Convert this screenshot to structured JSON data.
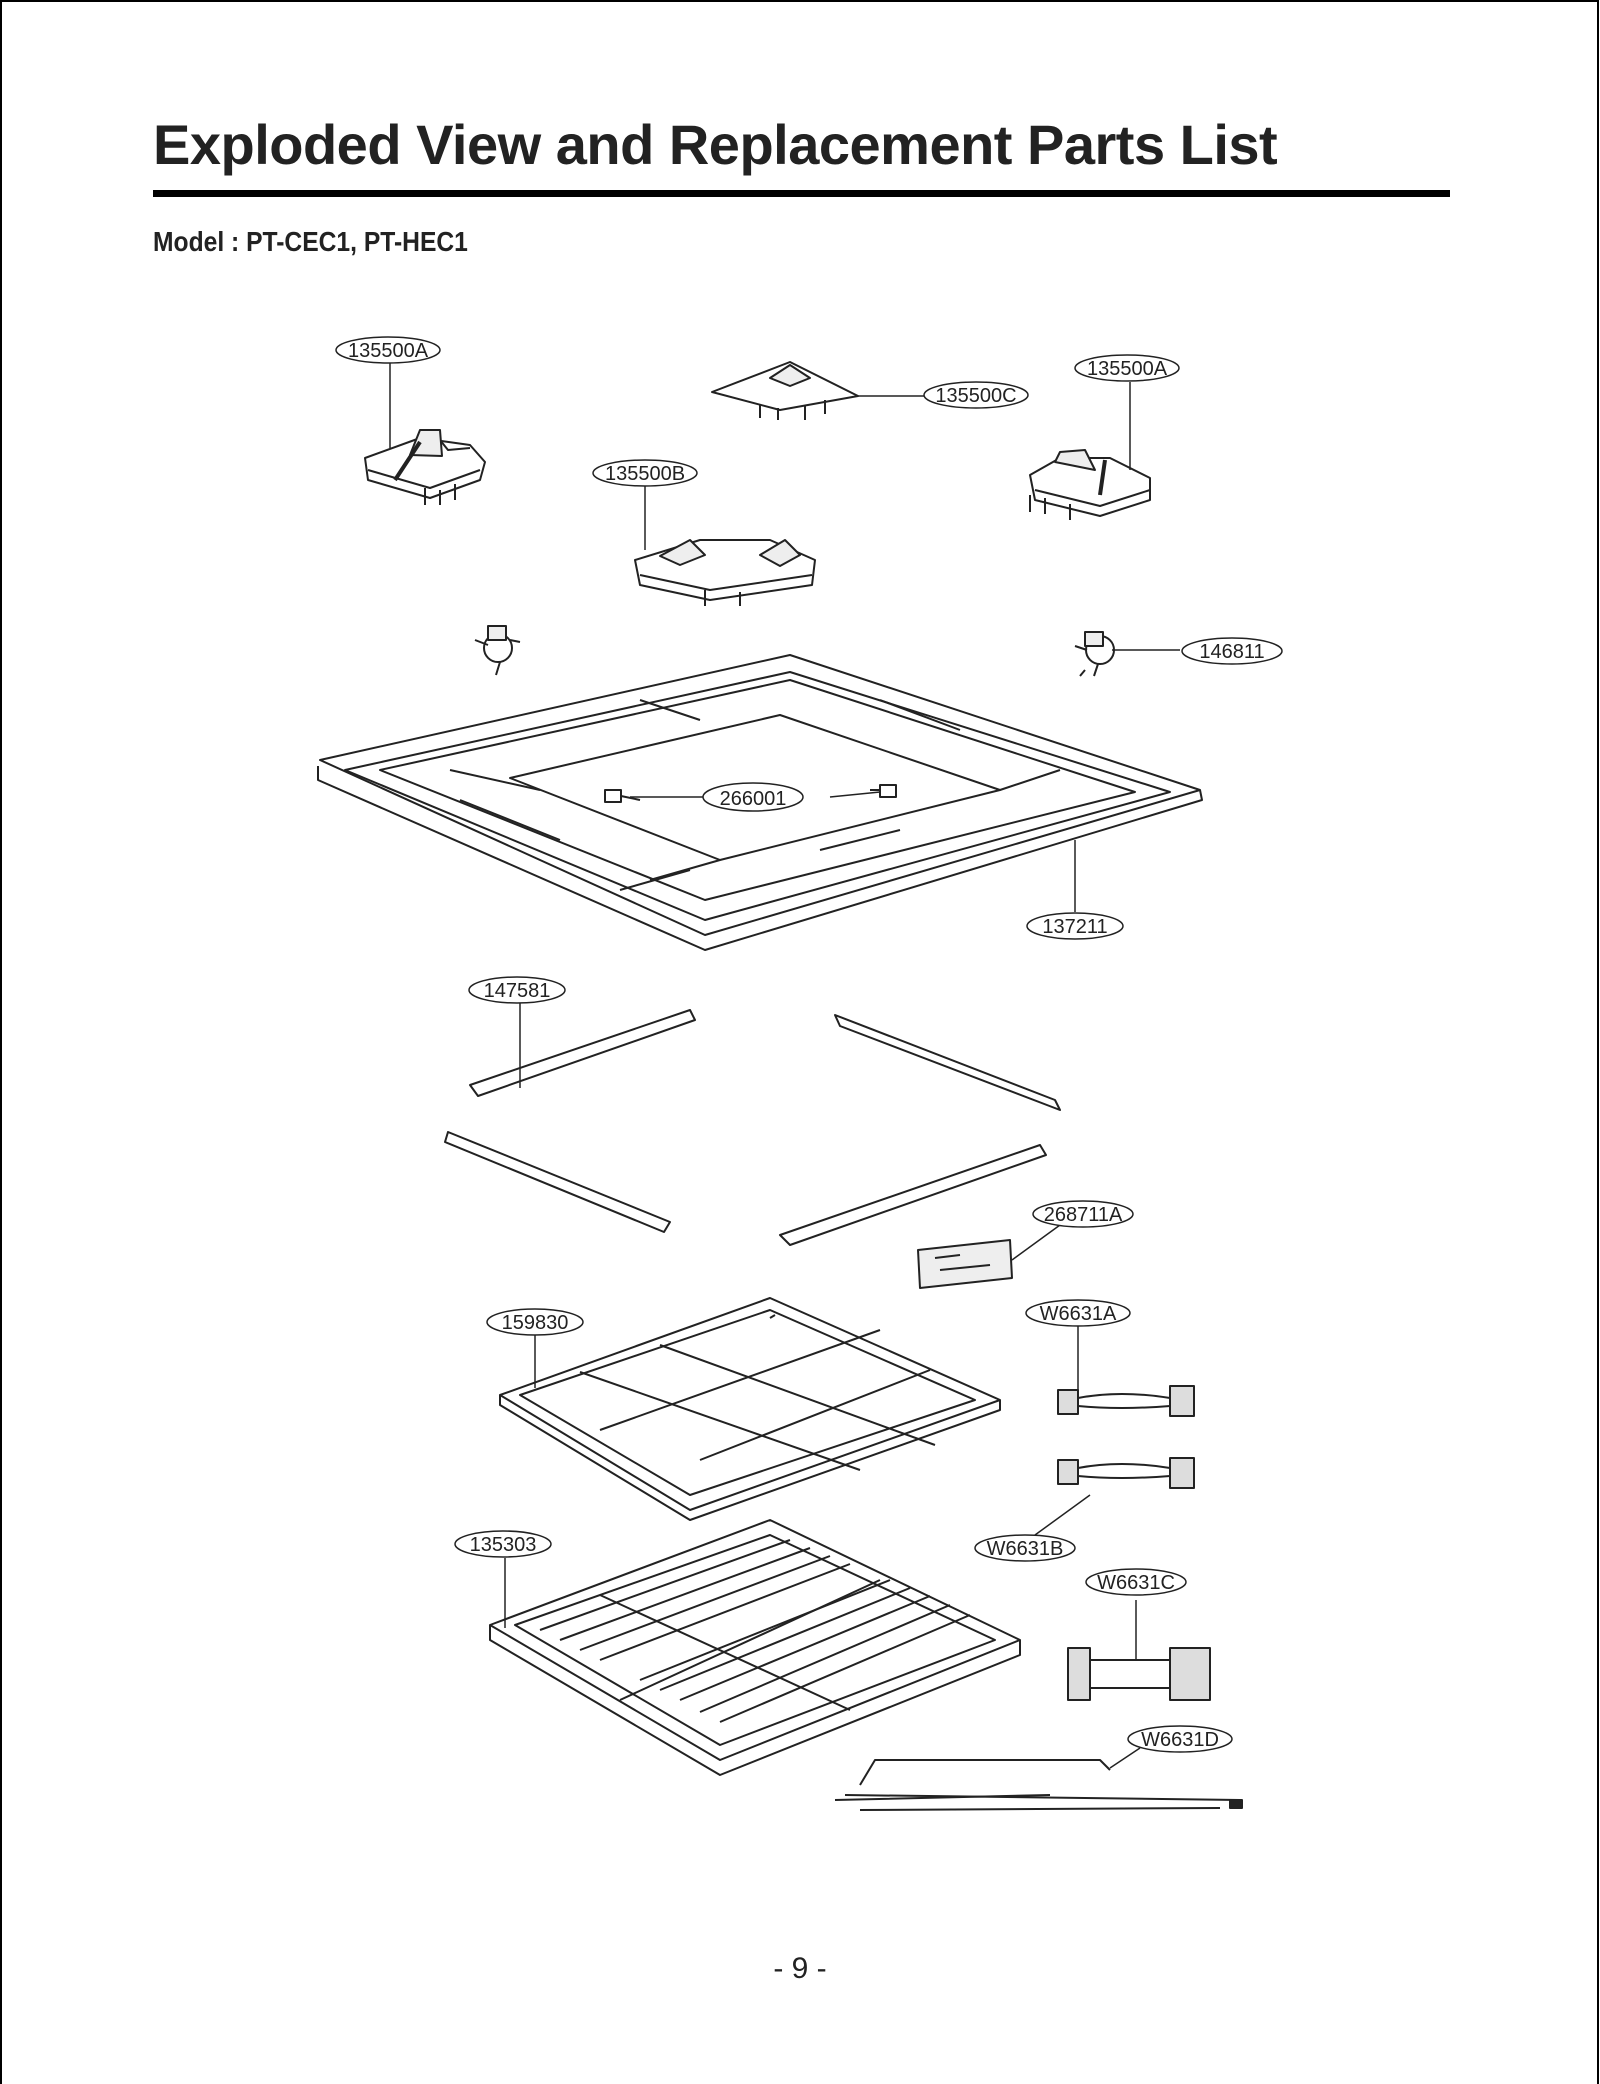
{
  "header": {
    "title": "Exploded View and Replacement Parts List",
    "model": "Model : PT-CEC1, PT-HEC1"
  },
  "parts": [
    {
      "id": "135500A-left",
      "label": "135500A"
    },
    {
      "id": "135500C",
      "label": "135500C"
    },
    {
      "id": "135500A-right",
      "label": "135500A"
    },
    {
      "id": "135500B",
      "label": "135500B"
    },
    {
      "id": "146811",
      "label": "146811"
    },
    {
      "id": "266001",
      "label": "266001"
    },
    {
      "id": "137211",
      "label": "137211"
    },
    {
      "id": "147581",
      "label": "147581"
    },
    {
      "id": "268711A",
      "label": "268711A"
    },
    {
      "id": "159830",
      "label": "159830"
    },
    {
      "id": "W6631A",
      "label": "W6631A"
    },
    {
      "id": "135303",
      "label": "135303"
    },
    {
      "id": "W6631B",
      "label": "W6631B"
    },
    {
      "id": "W6631C",
      "label": "W6631C"
    },
    {
      "id": "W6631D",
      "label": "W6631D"
    }
  ],
  "footer": {
    "page_number": "- 9 -"
  }
}
